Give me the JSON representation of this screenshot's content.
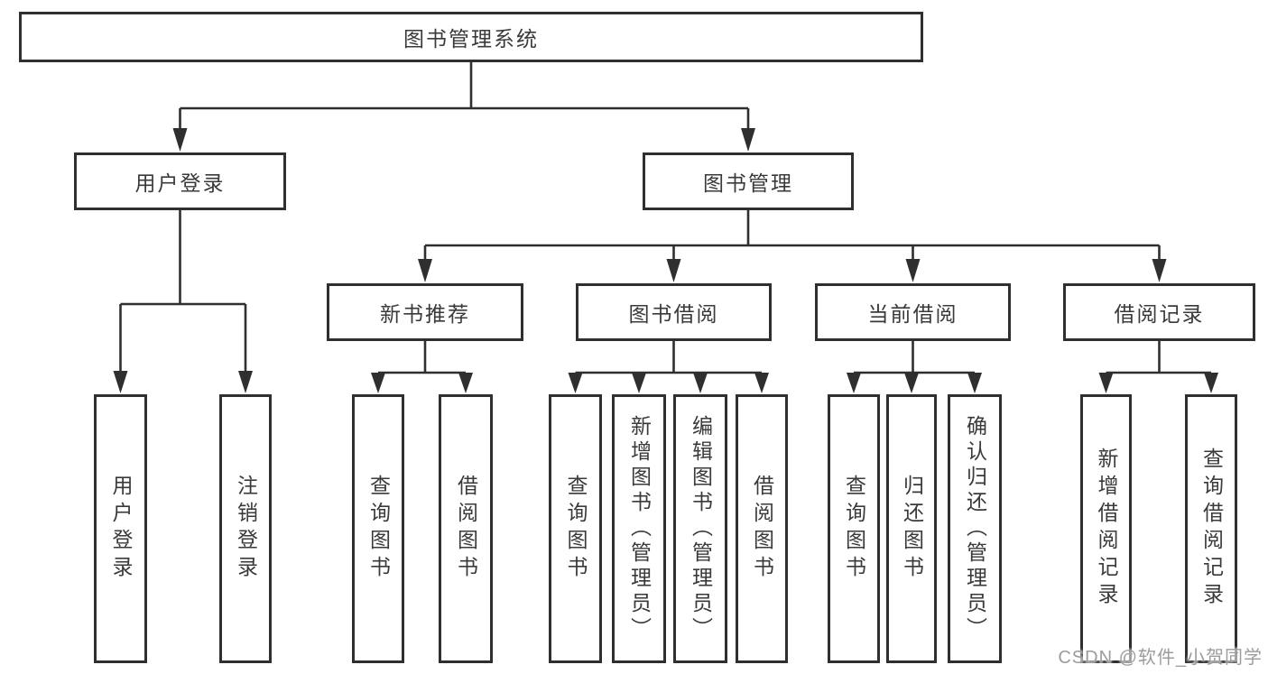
{
  "colors": {
    "line": "#2f2f2f",
    "text": "#3a3a3a",
    "watermark": "#9c9c9c",
    "background": "#ffffff"
  },
  "root": {
    "label": "图书管理系统"
  },
  "branches": [
    {
      "label": "用户登录",
      "children": [
        {
          "label": "用户登录"
        },
        {
          "label": "注销登录"
        }
      ]
    },
    {
      "label": "图书管理",
      "children": [
        {
          "label": "新书推荐",
          "children": [
            {
              "label": "查询图书"
            },
            {
              "label": "借阅图书"
            }
          ]
        },
        {
          "label": "图书借阅",
          "children": [
            {
              "label": "查询图书"
            },
            {
              "label": "新增图书（管理员）"
            },
            {
              "label": "编辑图书（管理员）"
            },
            {
              "label": "借阅图书"
            }
          ]
        },
        {
          "label": "当前借阅",
          "children": [
            {
              "label": "查询图书"
            },
            {
              "label": "归还图书"
            },
            {
              "label": "确认归还（管理员）"
            }
          ]
        },
        {
          "label": "借阅记录",
          "children": [
            {
              "label": "新增借阅记录"
            },
            {
              "label": "查询借阅记录"
            }
          ]
        }
      ]
    }
  ],
  "watermark": "CSDN @软件_小贺同学"
}
